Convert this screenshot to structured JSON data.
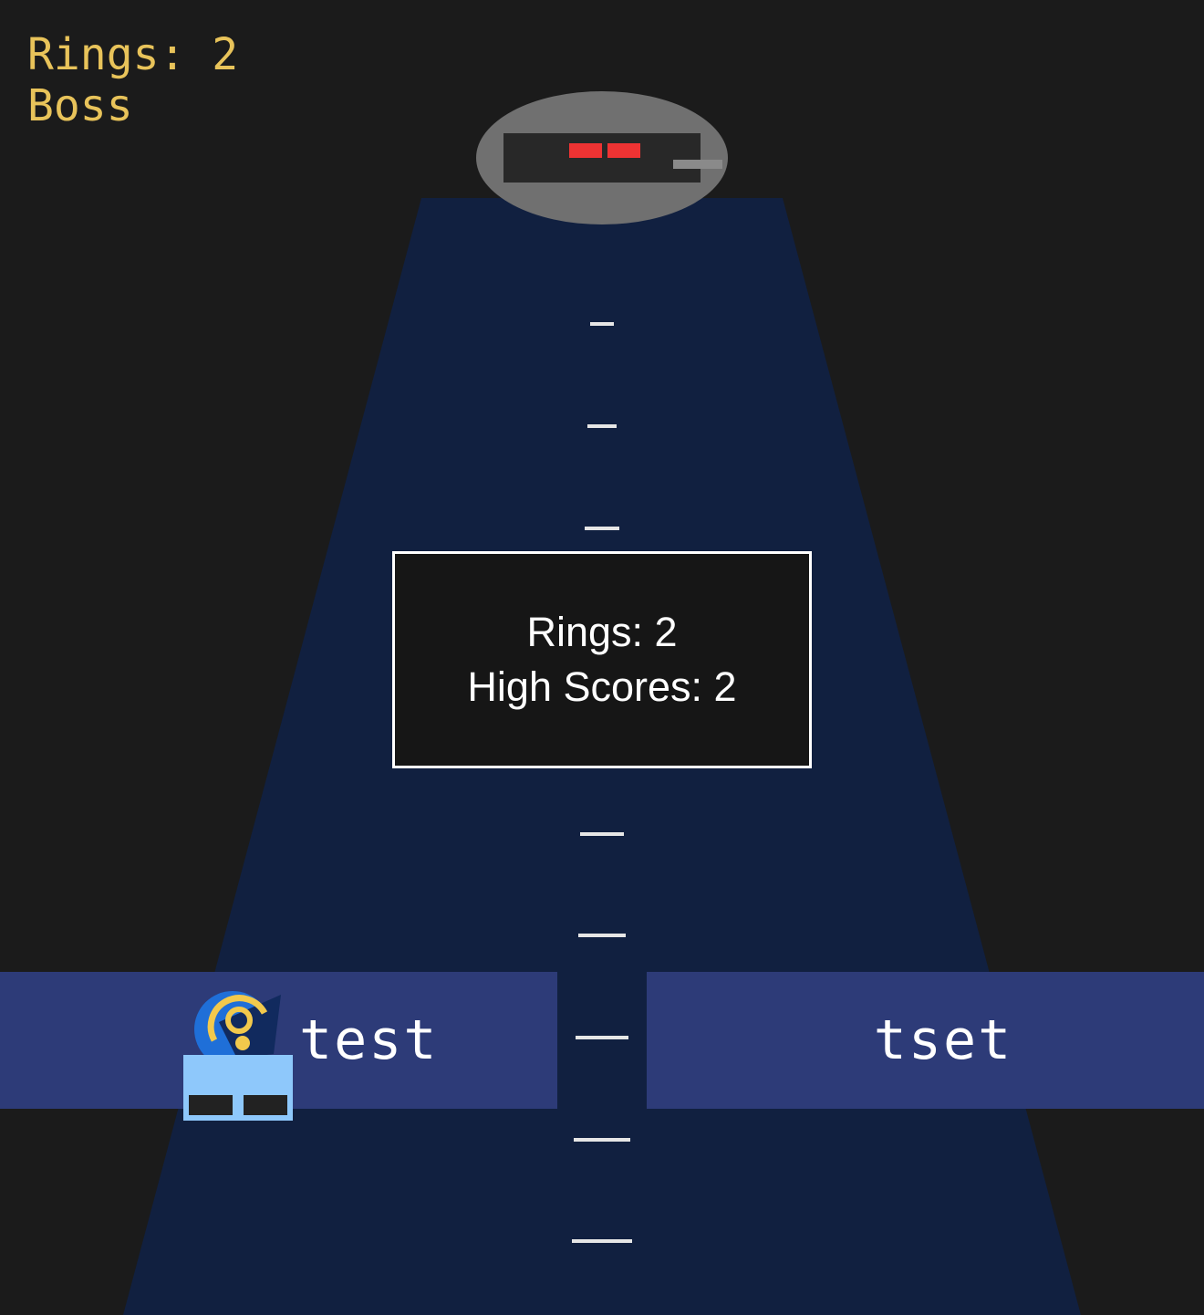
{
  "hud": {
    "rings_label": "Rings: 2",
    "mode_label": "Boss"
  },
  "lanes": {
    "left_label": "test",
    "right_label": "tset"
  },
  "dialog": {
    "rings_line": "Rings: 2",
    "high_scores_line": "High Scores: 2"
  },
  "colors": {
    "background": "#1b1b1b",
    "road": "#112040",
    "lane_bar": "#2d3b78",
    "hud_text": "#e8c35a",
    "boss_body": "#707070",
    "boss_eyes": "#ee3333",
    "player": "#8ec8fb"
  }
}
